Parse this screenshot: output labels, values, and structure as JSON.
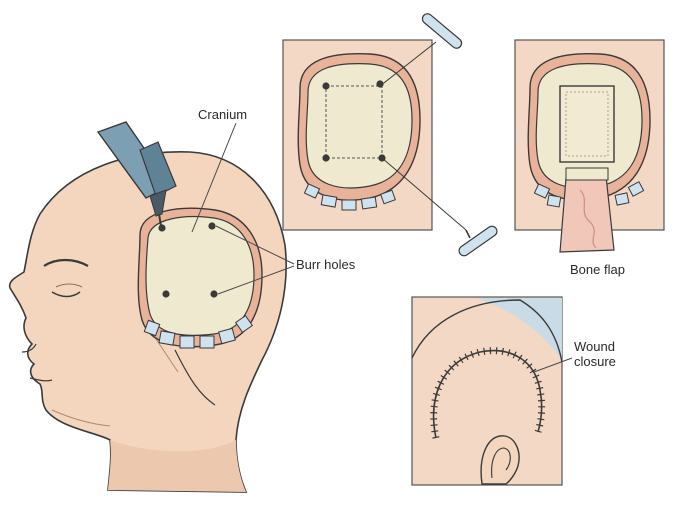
{
  "labels": {
    "cranium": "Cranium",
    "burr_holes": "Burr holes",
    "bone_flap": "Bone flap",
    "wound_closure_line1": "Wound",
    "wound_closure_line2": "closure"
  },
  "colors": {
    "skin": "#f3d6bd",
    "skin_shadow": "#e6bfa2",
    "outline": "#3a3a3a",
    "bone": "#efe9cf",
    "bone_shadow": "#ddd4b2",
    "panel_bg": "#f4d8c6",
    "flap_pink": "#f0c7b8",
    "blue_tool": "#7c9fb4",
    "blue_clip": "#cfe3ee",
    "sky": "#c9dbe6"
  }
}
